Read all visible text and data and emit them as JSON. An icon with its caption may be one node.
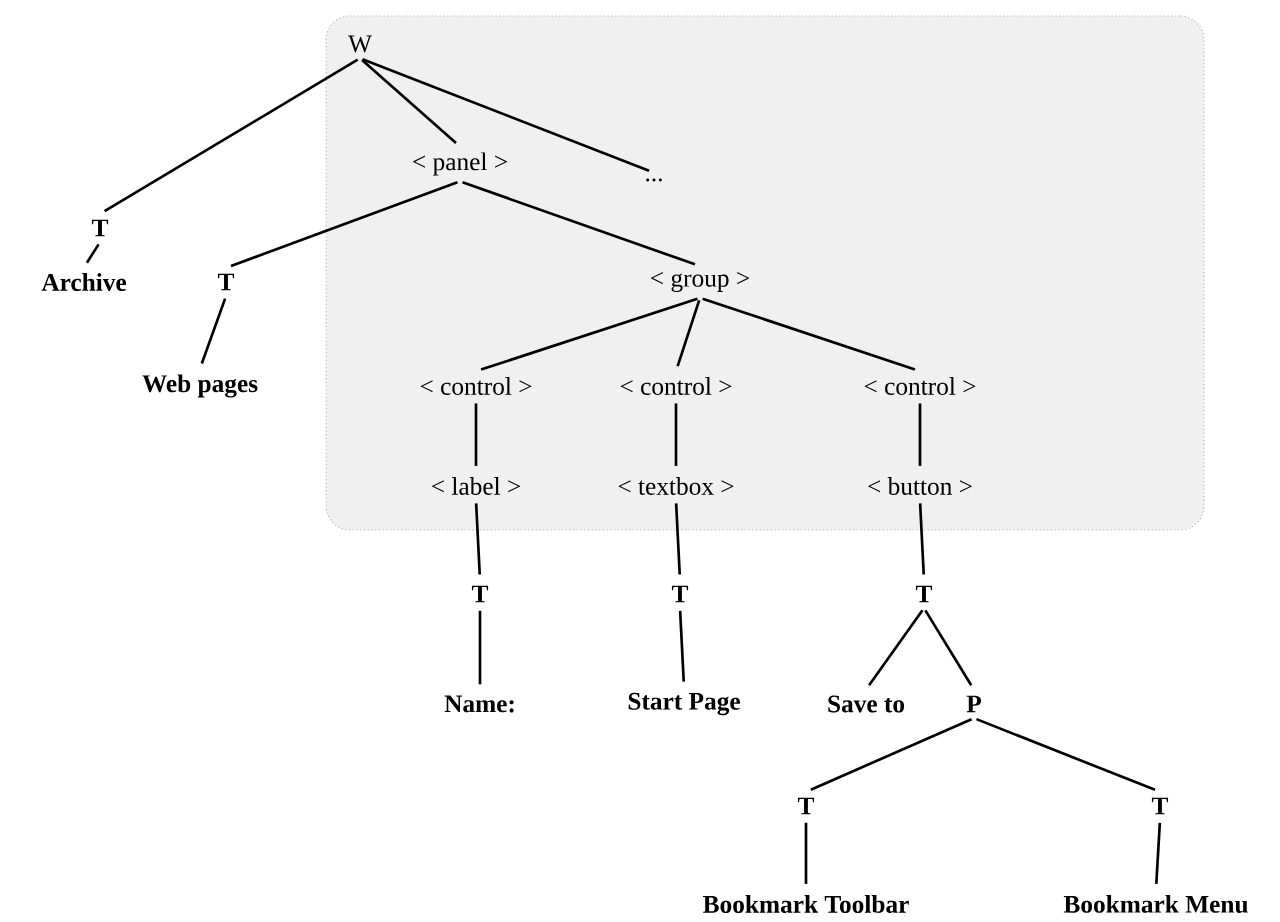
{
  "diagram": {
    "nodes": [
      {
        "text": [],
        "shape": "box"
      },
      {
        "text": [
          "W"
        ],
        "in": 0
      },
      {
        "text": [
          "T"
        ]
      },
      {
        "text": [
          "< panel >"
        ],
        "in": 0
      },
      {
        "text": [
          "..."
        ],
        "in": 0
      },
      {
        "text": [
          "Archive"
        ]
      },
      {
        "text": [
          "T"
        ]
      },
      {
        "text": [
          "< group >"
        ],
        "in": 0
      },
      {
        "text": [
          "Web pages"
        ]
      },
      {
        "text": [
          "< control >"
        ],
        "in": 0
      },
      {
        "text": [
          "< control >"
        ],
        "in": 0
      },
      {
        "text": [
          "< control >"
        ],
        "in": 0
      },
      {
        "text": [
          "< label >"
        ],
        "in": 0
      },
      {
        "text": [
          "< textbox >"
        ],
        "in": 0
      },
      {
        "text": [
          "< button >"
        ],
        "in": 0
      },
      {
        "text": [
          "T"
        ]
      },
      {
        "text": [
          "T"
        ]
      },
      {
        "text": [
          "T"
        ]
      },
      {
        "text": [
          "Name:"
        ]
      },
      {
        "text": [
          "Start Page"
        ]
      },
      {
        "text": [
          "Save to"
        ]
      },
      {
        "text": [
          "P"
        ]
      },
      {
        "text": [
          "T"
        ]
      },
      {
        "text": [
          "T"
        ]
      },
      {
        "text": [
          "Bookmark Toolbar"
        ]
      },
      {
        "text": [
          "Bookmark Menu"
        ]
      }
    ],
    "edges": [
      {
        "from": 1,
        "to": 2,
        "arrow": "none"
      },
      {
        "from": 1,
        "to": 3,
        "arrow": "none"
      },
      {
        "from": 1,
        "to": 4,
        "arrow": "none"
      },
      {
        "from": 2,
        "to": 5,
        "arrow": "none"
      },
      {
        "from": 3,
        "to": 6,
        "arrow": "none"
      },
      {
        "from": 3,
        "to": 7,
        "arrow": "none"
      },
      {
        "from": 6,
        "to": 8,
        "arrow": "none"
      },
      {
        "from": 7,
        "to": 9,
        "arrow": "none"
      },
      {
        "from": 7,
        "to": 10,
        "arrow": "none"
      },
      {
        "from": 7,
        "to": 11,
        "arrow": "none"
      },
      {
        "from": 9,
        "to": 12,
        "arrow": "none"
      },
      {
        "from": 10,
        "to": 13,
        "arrow": "none"
      },
      {
        "from": 11,
        "to": 14,
        "arrow": "none"
      },
      {
        "from": 12,
        "to": 15,
        "arrow": "none"
      },
      {
        "from": 13,
        "to": 16,
        "arrow": "none"
      },
      {
        "from": 14,
        "to": 17,
        "arrow": "none"
      },
      {
        "from": 15,
        "to": 18,
        "arrow": "none"
      },
      {
        "from": 16,
        "to": 19,
        "arrow": "none"
      },
      {
        "from": 17,
        "to": 20,
        "arrow": "none"
      },
      {
        "from": 17,
        "to": 21,
        "arrow": "none"
      },
      {
        "from": 21,
        "to": 22,
        "arrow": "none"
      },
      {
        "from": 21,
        "to": 23,
        "arrow": "none"
      },
      {
        "from": 22,
        "to": 24,
        "arrow": "none"
      },
      {
        "from": 23,
        "to": 25,
        "arrow": "none"
      }
    ]
  }
}
